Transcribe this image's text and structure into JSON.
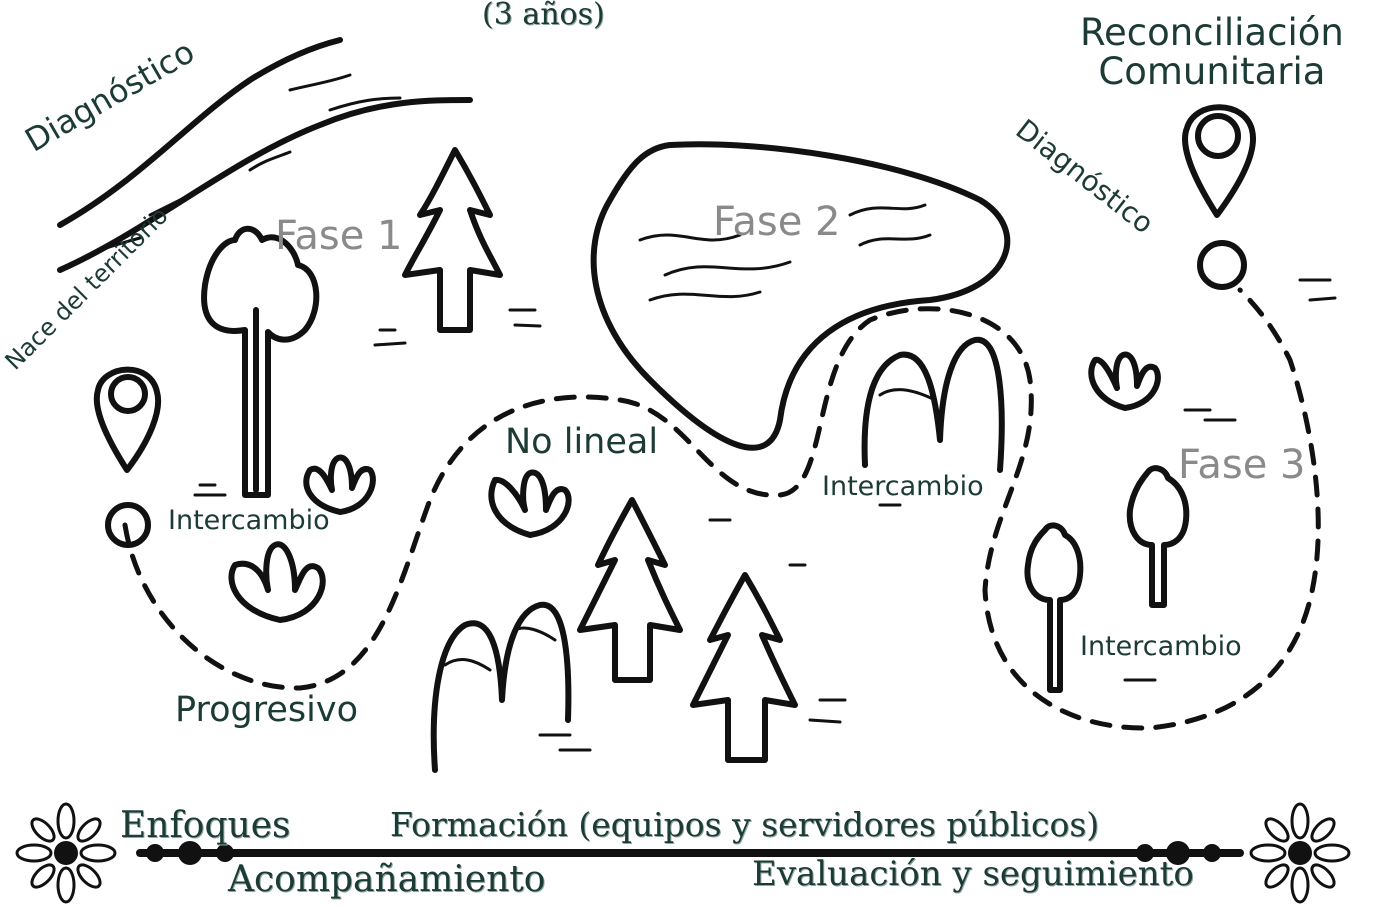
{
  "header": {
    "duration": "(3 años)",
    "goal": "Reconciliación\nComunitaria"
  },
  "labels": {
    "diagnostico_left": "Diagnóstico",
    "territorio": "Nace del territorio",
    "fase1": "Fase 1",
    "fase2": "Fase 2",
    "fase3": "Fase 3",
    "diagnostico_right": "Diagnóstico",
    "no_lineal": "No lineal",
    "intercambio_1": "Intercambio",
    "intercambio_2": "Intercambio",
    "intercambio_3": "Intercambio",
    "progresivo": "Progresivo"
  },
  "footer": {
    "enfoques": "Enfoques",
    "formacion": "Formación (equipos y servidores públicos)",
    "acompanamiento": "Acompañamiento",
    "evaluacion": "Evaluación y seguimiento"
  },
  "colors": {
    "ink": "#111111",
    "text": "#1d3b36",
    "phase": "#8a8a8a"
  },
  "icons": [
    "location-pin-icon",
    "tree-icon",
    "pine-tree-icon",
    "bush-icon",
    "lake-icon",
    "river-icon",
    "flower-icon"
  ]
}
